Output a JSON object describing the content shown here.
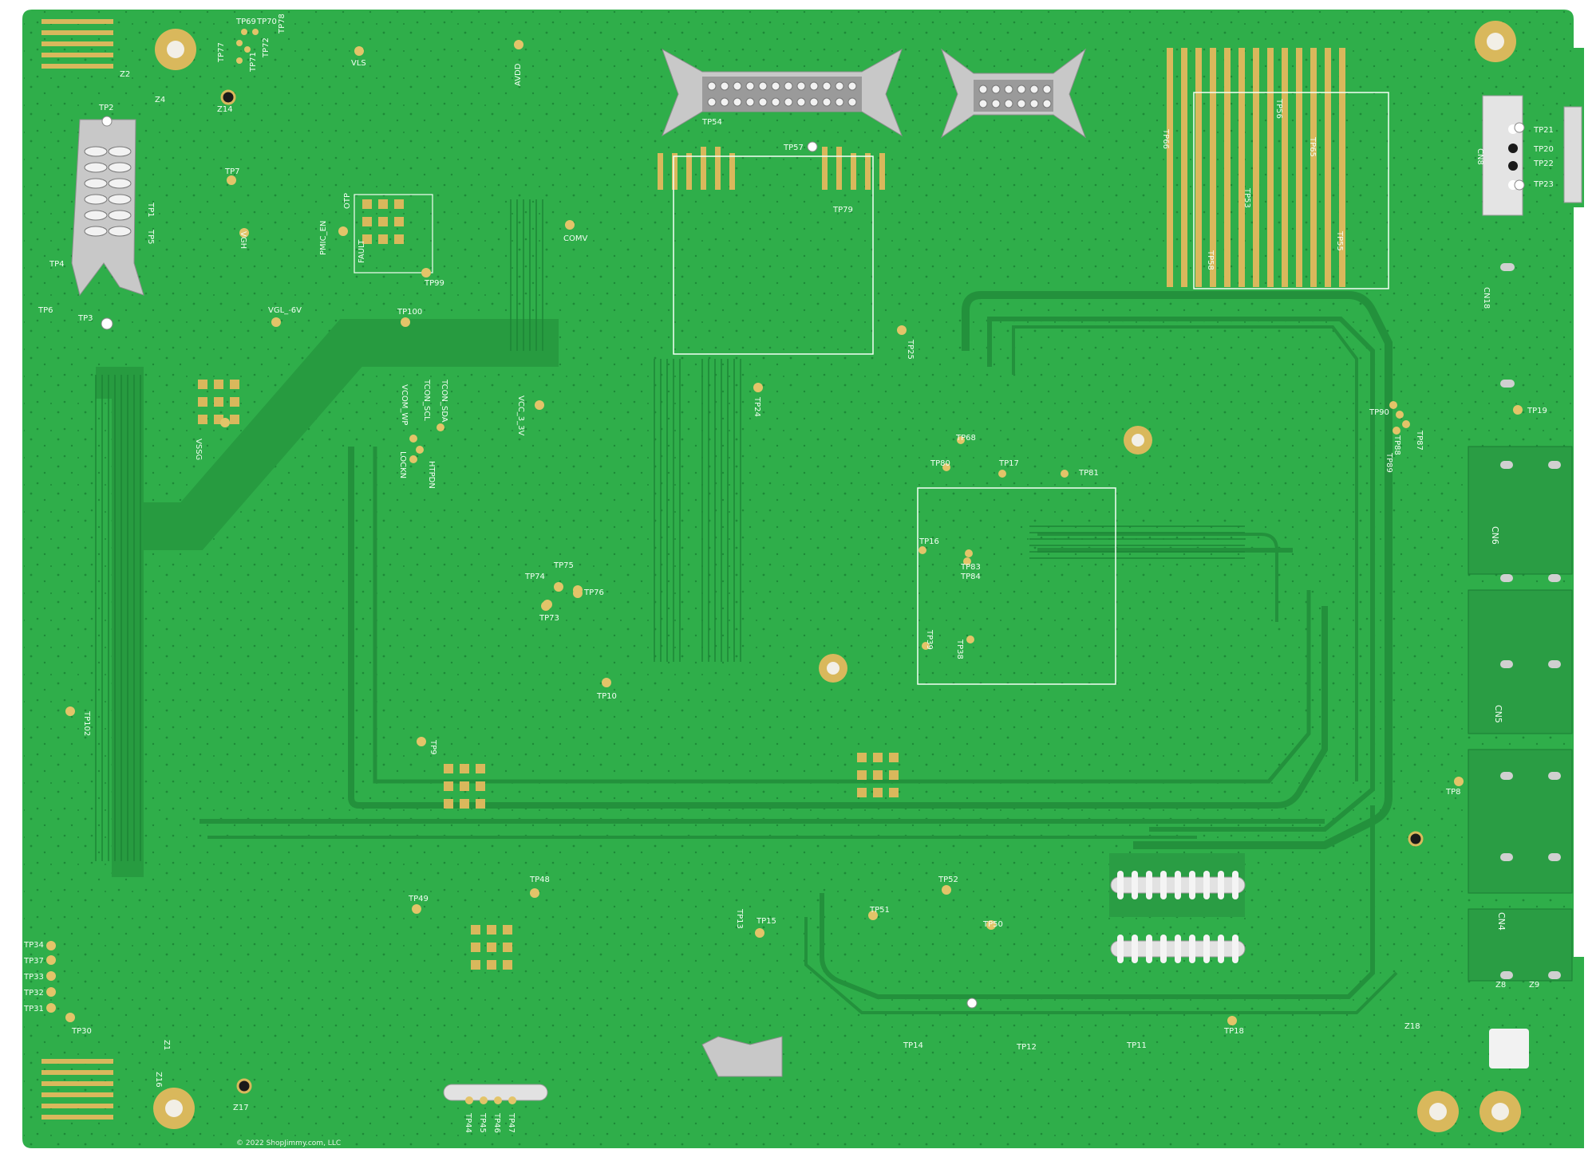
{
  "copyright": "© 2022 ShopJimmy.com, LLC",
  "colors": {
    "background": "#ffffff",
    "board": "#2fae4a",
    "board_dark": "#1f8a3a",
    "trace": "#23913c",
    "silk": "#f4fff4",
    "gold": "#d9b85c",
    "pad": "#c8c8c8"
  },
  "labels": {
    "tp69": "TP69",
    "tp70": "TP70",
    "tp78": "TP78",
    "tp77": "TP77",
    "tp72": "TP72",
    "tp71": "TP71",
    "z2": "Z2",
    "z4": "Z4",
    "z14": "Z14",
    "vls": "VLS",
    "avdd": "AVDD",
    "tp2": "TP2",
    "tp1": "TP1",
    "tp5": "TP5",
    "tp4": "TP4",
    "tp6": "TP6",
    "tp3": "TP3",
    "tp7": "TP7",
    "vgh": "VGH",
    "otp": "OTP",
    "fault": "FAULT",
    "pmic_en": "PMIC_EN",
    "tp99": "TP99",
    "comv": "COMV",
    "vgl": "VGL_-6V",
    "tp100": "TP100",
    "vssg": "VSSG",
    "tcon_sda": "TCON_SDA",
    "tcon_scl": "TCON_SCL",
    "vcom_wp": "VCOM_WP",
    "lockn": "LOCKN",
    "htpdn": "HTPDN",
    "vcc33": "VCC_3_3V",
    "tp24": "TP24",
    "tp25": "TP25",
    "tp54": "TP54",
    "tp57": "TP57",
    "tp79": "TP79",
    "tp56": "TP56",
    "tp66": "TP66",
    "tp65": "TP65",
    "tp53": "TP53",
    "tp58": "TP58",
    "tp55": "TP55",
    "cn8": "CN8",
    "tp21": "TP21",
    "tp20": "TP20",
    "tp22": "TP22",
    "tp23": "TP23",
    "cn18": "CN18",
    "tp19": "TP19",
    "tp90": "TP90",
    "tp88": "TP88",
    "tp87": "TP87",
    "tp89": "TP89",
    "tp68": "TP68",
    "tp80": "TP80",
    "tp17": "TP17",
    "tp81": "TP81",
    "tp16": "TP16",
    "tp83": "TP83",
    "tp84": "TP84",
    "tp39": "TP39",
    "tp38": "TP38",
    "tp74": "TP74",
    "tp75": "TP75",
    "tp76": "TP76",
    "tp73": "TP73",
    "tp10": "TP10",
    "tp102": "TP102",
    "tp9": "TP9",
    "cn6": "CN6",
    "cn5": "CN5",
    "cn4": "CN4",
    "tp8": "TP8",
    "tp48": "TP48",
    "tp49": "TP49",
    "tp13": "TP13",
    "tp15": "TP15",
    "tp51": "TP51",
    "tp52": "TP52",
    "tp50": "TP50",
    "tp34": "TP34",
    "tp37": "TP37",
    "tp33": "TP33",
    "tp32": "TP32",
    "tp31": "TP31",
    "tp30": "TP30",
    "z1": "Z1",
    "z16": "Z16",
    "z17": "Z17",
    "z8": "Z8",
    "z9": "Z9",
    "z18": "Z18",
    "tp18": "TP18",
    "tp14": "TP14",
    "tp12": "TP12",
    "tp11": "TP11",
    "tp44": "TP44",
    "tp45": "TP45",
    "tp46": "TP46",
    "tp47": "TP47"
  }
}
